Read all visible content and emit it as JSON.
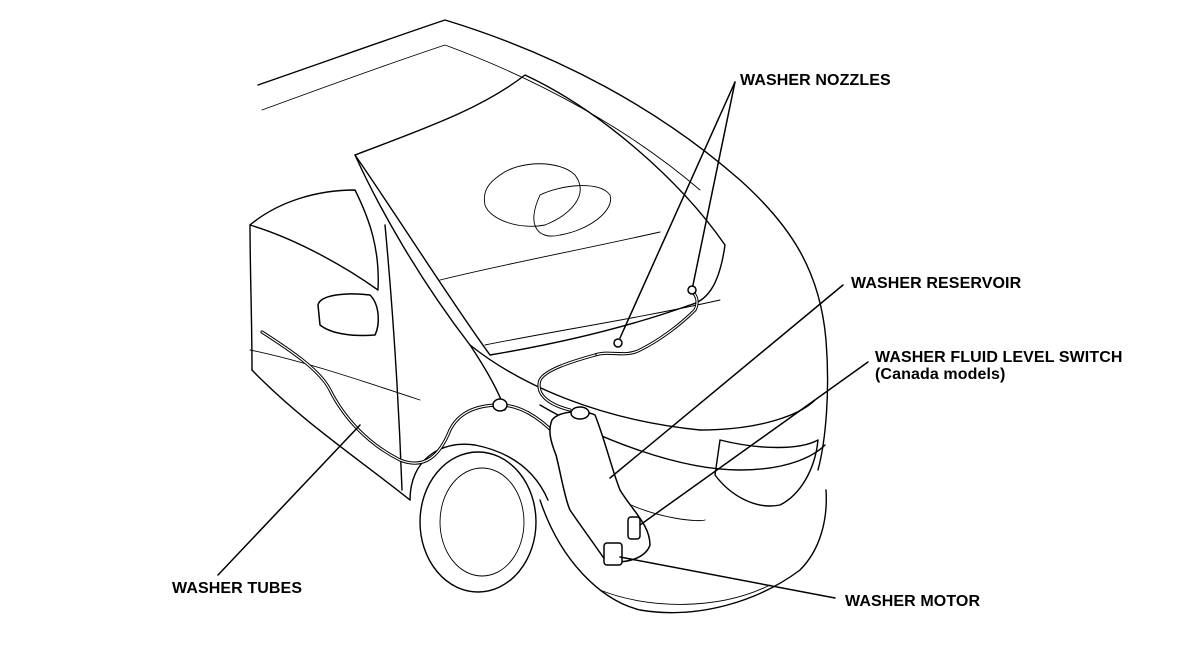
{
  "labels": {
    "washer_nozzles": "WASHER NOZZLES",
    "washer_reservoir": "WASHER RESERVOIR",
    "washer_fluid_level_switch": "WASHER FLUID LEVEL SWITCH",
    "washer_fluid_level_switch_note": "(Canada models)",
    "washer_tubes": "WASHER TUBES",
    "washer_motor": "WASHER MOTOR"
  },
  "colors": {
    "line": "#000000",
    "background": "#ffffff"
  }
}
